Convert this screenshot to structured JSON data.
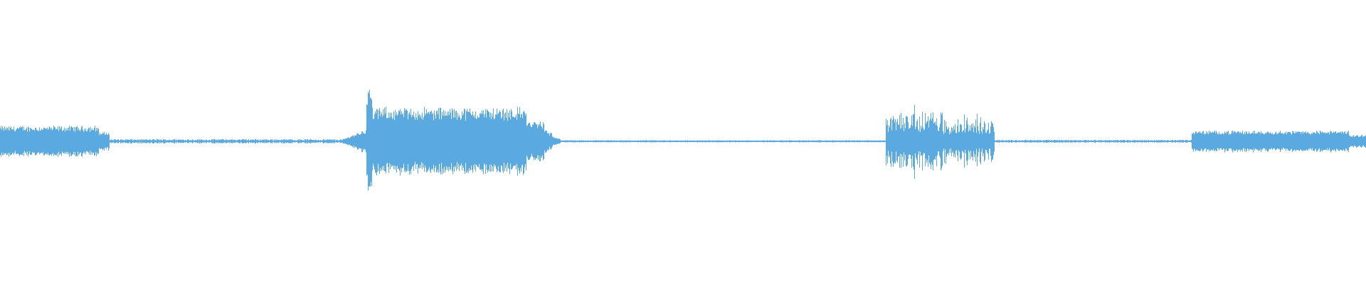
{
  "waveform": {
    "color": "#5aa9e0",
    "background": "#ffffff",
    "duration_ratio_note": "",
    "segments": [
      {
        "start": 0.0,
        "end": 0.08,
        "amp": 0.1,
        "type": "dense"
      },
      {
        "start": 0.08,
        "end": 0.25,
        "amp": 0.012,
        "type": "quiet"
      },
      {
        "start": 0.25,
        "end": 0.268,
        "amp": 0.03,
        "type": "ramp"
      },
      {
        "start": 0.268,
        "end": 0.272,
        "amp": 0.38,
        "type": "transient"
      },
      {
        "start": 0.272,
        "end": 0.398,
        "amp": 0.22,
        "type": "dense"
      },
      {
        "start": 0.398,
        "end": 0.412,
        "amp": 0.08,
        "type": "tail"
      },
      {
        "start": 0.412,
        "end": 0.648,
        "amp": 0.006,
        "type": "quiet"
      },
      {
        "start": 0.648,
        "end": 0.69,
        "amp": 0.18,
        "type": "spiky"
      },
      {
        "start": 0.69,
        "end": 0.728,
        "amp": 0.14,
        "type": "spiky"
      },
      {
        "start": 0.728,
        "end": 0.872,
        "amp": 0.008,
        "type": "quiet"
      },
      {
        "start": 0.872,
        "end": 1.0,
        "amp": 0.07,
        "type": "dense"
      }
    ]
  }
}
